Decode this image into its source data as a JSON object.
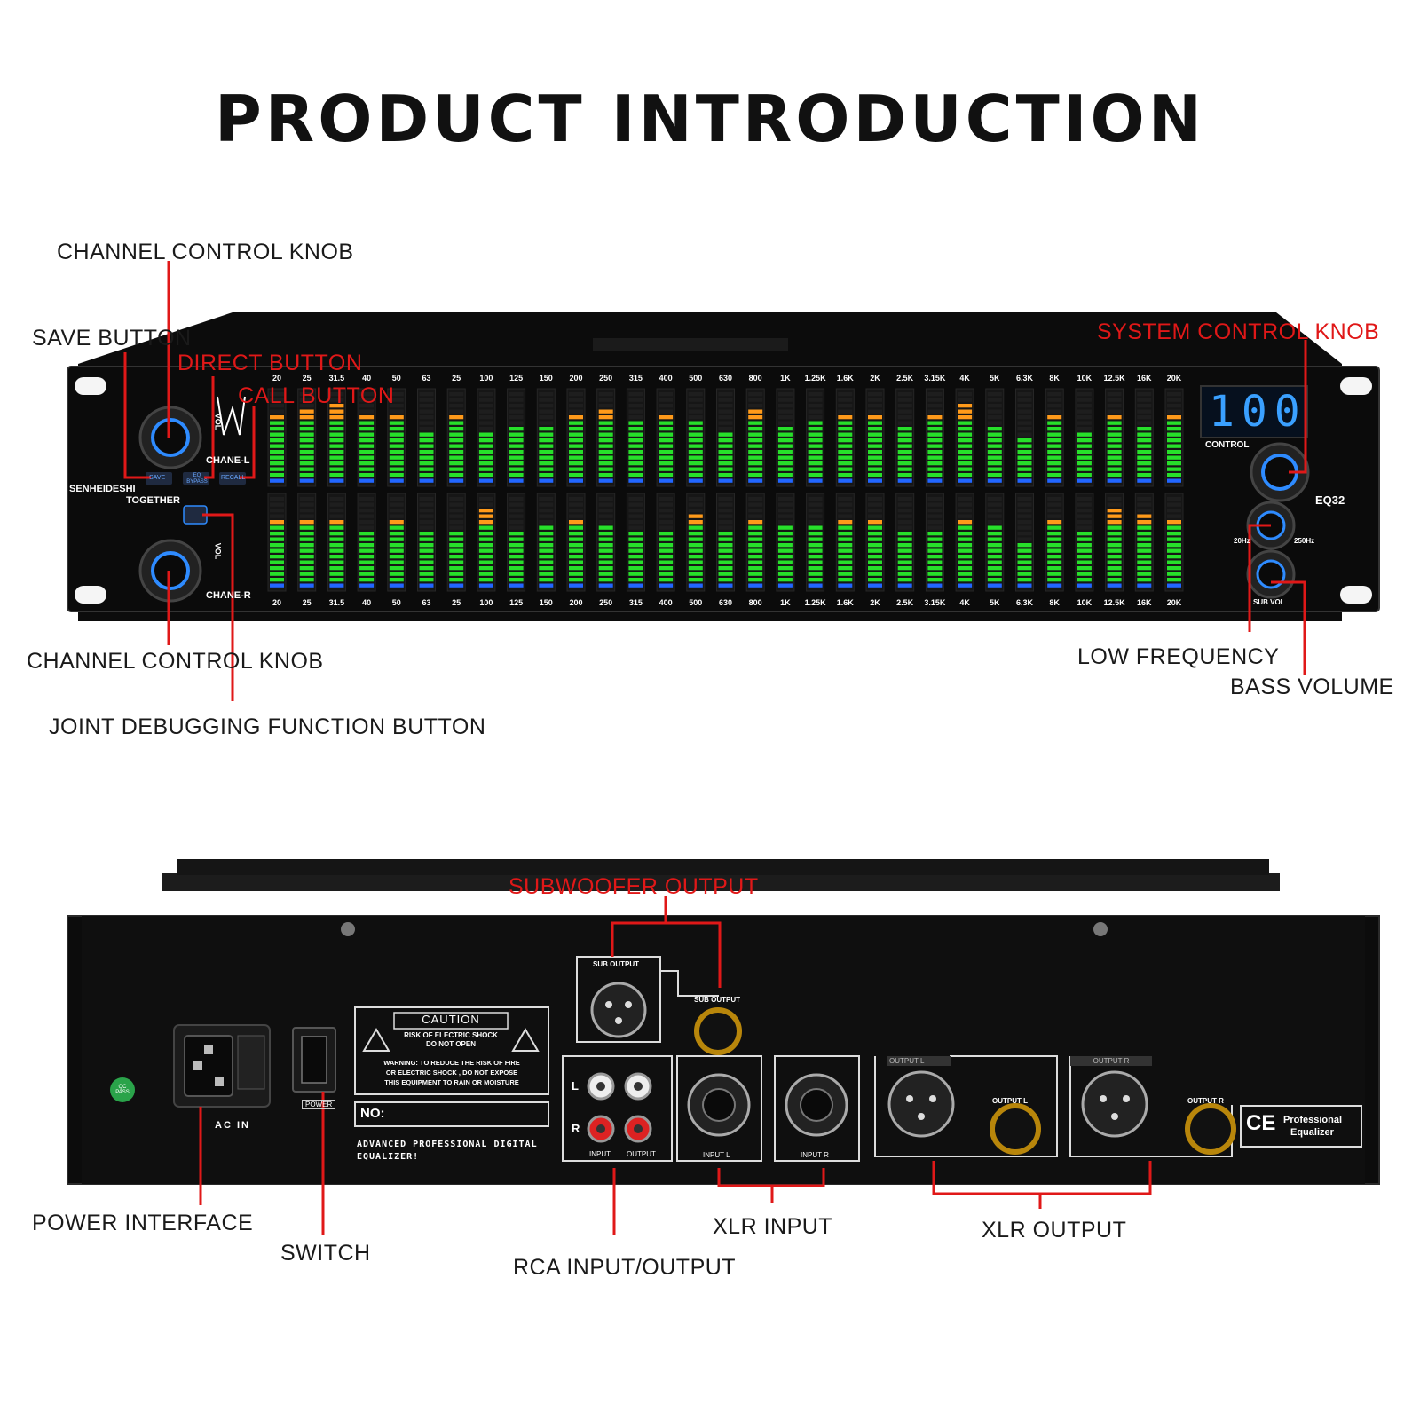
{
  "title": "PRODUCT INTRODUCTION",
  "front": {
    "callouts": {
      "channel_knob_top": "CHANNEL CONTROL KNOB",
      "save_button": "SAVE BUTTON",
      "direct_button": "DIRECT BUTTON",
      "call_button": "CALL BUTTON",
      "system_knob": "SYSTEM CONTROL KNOB",
      "channel_knob_bottom": "CHANNEL CONTROL KNOB",
      "joint_debug": "JOINT DEBUGGING FUNCTION BUTTON",
      "low_frequency": "LOW FREQUENCY",
      "bass_volume": "BASS VOLUME"
    },
    "panel": {
      "brand": "SENHEIDESHI",
      "together": "TOGETHER",
      "chane_l": "CHANE-L",
      "chane_r": "CHANE-R",
      "vol": "VOL",
      "save": "SAVE",
      "eq_bypass": "EQ BYPASS",
      "recall": "RECALL",
      "display_value": "100",
      "control": "CONTROL",
      "model": "EQ32",
      "freq_low": "20Hz",
      "freq_high": "250Hz",
      "sub_vol": "SUB VOL"
    },
    "bands": [
      "20",
      "25",
      "31.5",
      "40",
      "50",
      "63",
      "25",
      "100",
      "125",
      "150",
      "200",
      "250",
      "315",
      "400",
      "500",
      "630",
      "800",
      "1K",
      "1.25K",
      "1.6K",
      "2K",
      "2.5K",
      "3.15K",
      "4K",
      "5K",
      "6.3K",
      "8K",
      "10K",
      "12.5K",
      "16K",
      "20K"
    ],
    "meter_levels_top": [
      0.72,
      0.82,
      0.86,
      0.72,
      0.72,
      0.55,
      0.72,
      0.55,
      0.6,
      0.6,
      0.75,
      0.8,
      0.68,
      0.75,
      0.7,
      0.55,
      0.82,
      0.6,
      0.7,
      0.75,
      0.75,
      0.65,
      0.75,
      0.9,
      0.6,
      0.5,
      0.75,
      0.55,
      0.75,
      0.6,
      0.72
    ],
    "meter_levels_bottom": [
      0.72,
      0.72,
      0.72,
      0.6,
      0.72,
      0.6,
      0.62,
      0.88,
      0.6,
      0.7,
      0.72,
      0.7,
      0.6,
      0.6,
      0.8,
      0.6,
      0.72,
      0.7,
      0.68,
      0.78,
      0.75,
      0.6,
      0.6,
      0.72,
      0.7,
      0.5,
      0.72,
      0.6,
      0.9,
      0.8,
      0.72
    ],
    "colors": {
      "meter_green": "#27e02a",
      "meter_orange": "#ff9a1a",
      "meter_red": "#ff2020",
      "meter_blue": "#2266ff",
      "callout_red": "#e01818",
      "display_blue": "#3aa0ff"
    }
  },
  "rear": {
    "callouts": {
      "subwoofer_output": "SUBWOOFER OUTPUT",
      "power_interface": "POWER INTERFACE",
      "switch": "SWITCH",
      "rca": "RCA INPUT/OUTPUT",
      "xlr_input": "XLR INPUT",
      "xlr_output": "XLR OUTPUT"
    },
    "labels": {
      "ac_in": "AC IN",
      "power": "POWER",
      "qc": "QC PASS",
      "caution": "CAUTION",
      "shock1": "RISK OF ELECTRIC SHOCK",
      "shock2": "DO NOT OPEN",
      "warn1": "WARNING: TO REDUCE THE RISK OF FIRE",
      "warn2": "OR ELECTRIC SHOCK , DO NOT EXPOSE",
      "warn3": "THIS EQUIPMENT TO RAIN OR MOISTURE",
      "no": "NO:",
      "adv1": "ADVANCED PROFESSIONAL DIGITAL",
      "adv2": "EQUALIZER!",
      "sub_output_xlr": "SUB OUTPUT",
      "sub_output_jack": "SUB OUTPUT",
      "rca_l": "L",
      "rca_r": "R",
      "rca_input": "INPUT",
      "rca_output": "OUTPUT",
      "input_l": "INPUT  L",
      "input_r": "INPUT  R",
      "output_l_xlr": "OUTPUT  L",
      "output_l_jack": "OUTPUT  L",
      "output_r_xlr": "OUTPUT  R",
      "output_r_jack": "OUTPUT  R",
      "ce": "CE",
      "badge1": "Professional",
      "badge2": "Equalizer"
    }
  }
}
